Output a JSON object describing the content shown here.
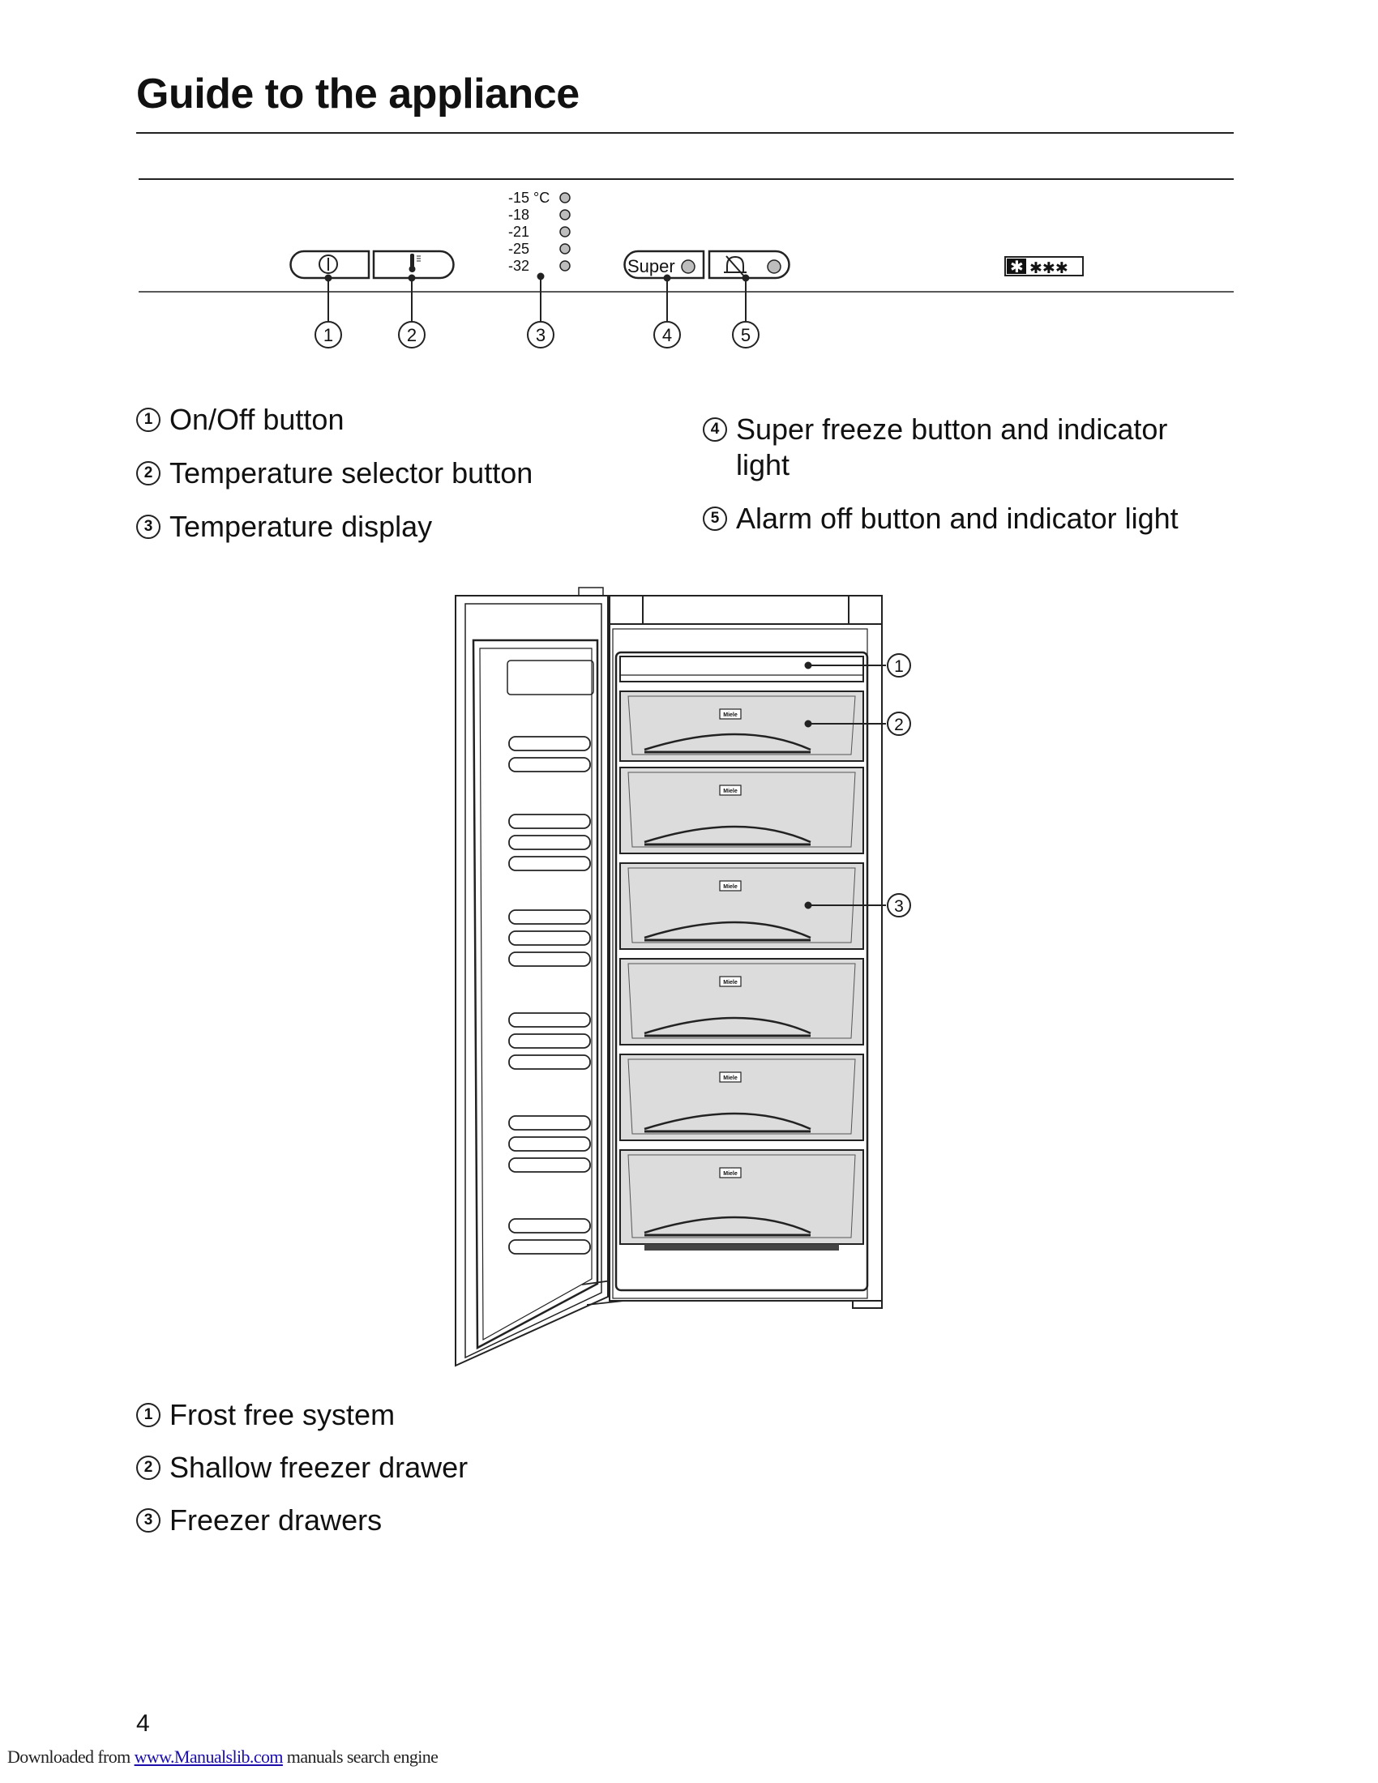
{
  "page": {
    "title": "Guide to the appliance",
    "number": "4"
  },
  "control_panel": {
    "temperatures": [
      "-15 °C",
      "-18",
      "-21",
      "-25",
      "-32"
    ],
    "super_label": "Super",
    "star_rating_symbol": "✱✱✱✱",
    "callouts": [
      "1",
      "2",
      "3",
      "4",
      "5"
    ]
  },
  "legend_top": [
    {
      "num": "1",
      "text": "On/Off button"
    },
    {
      "num": "2",
      "text": "Temperature selector button"
    },
    {
      "num": "3",
      "text": "Temperature display"
    }
  ],
  "legend_right": [
    {
      "num": "4",
      "text": "Super freeze button and indicator light"
    },
    {
      "num": "5",
      "text": "Alarm off button and indicator light"
    }
  ],
  "appliance": {
    "callouts": [
      "1",
      "2",
      "3"
    ],
    "drawer_logo": "Miele"
  },
  "legend_bottom": [
    {
      "num": "1",
      "text": "Frost free system"
    },
    {
      "num": "2",
      "text": "Shallow freezer drawer"
    },
    {
      "num": "3",
      "text": "Freezer drawers"
    }
  ],
  "footer": {
    "prefix": "Downloaded from ",
    "link": "www.Manualslib.com",
    "suffix": " manuals search engine"
  },
  "colors": {
    "ink": "#111111",
    "drawer_fill": "#dcdcdc",
    "indicator_fill": "#bdbdbd",
    "link": "#1a0dab"
  }
}
